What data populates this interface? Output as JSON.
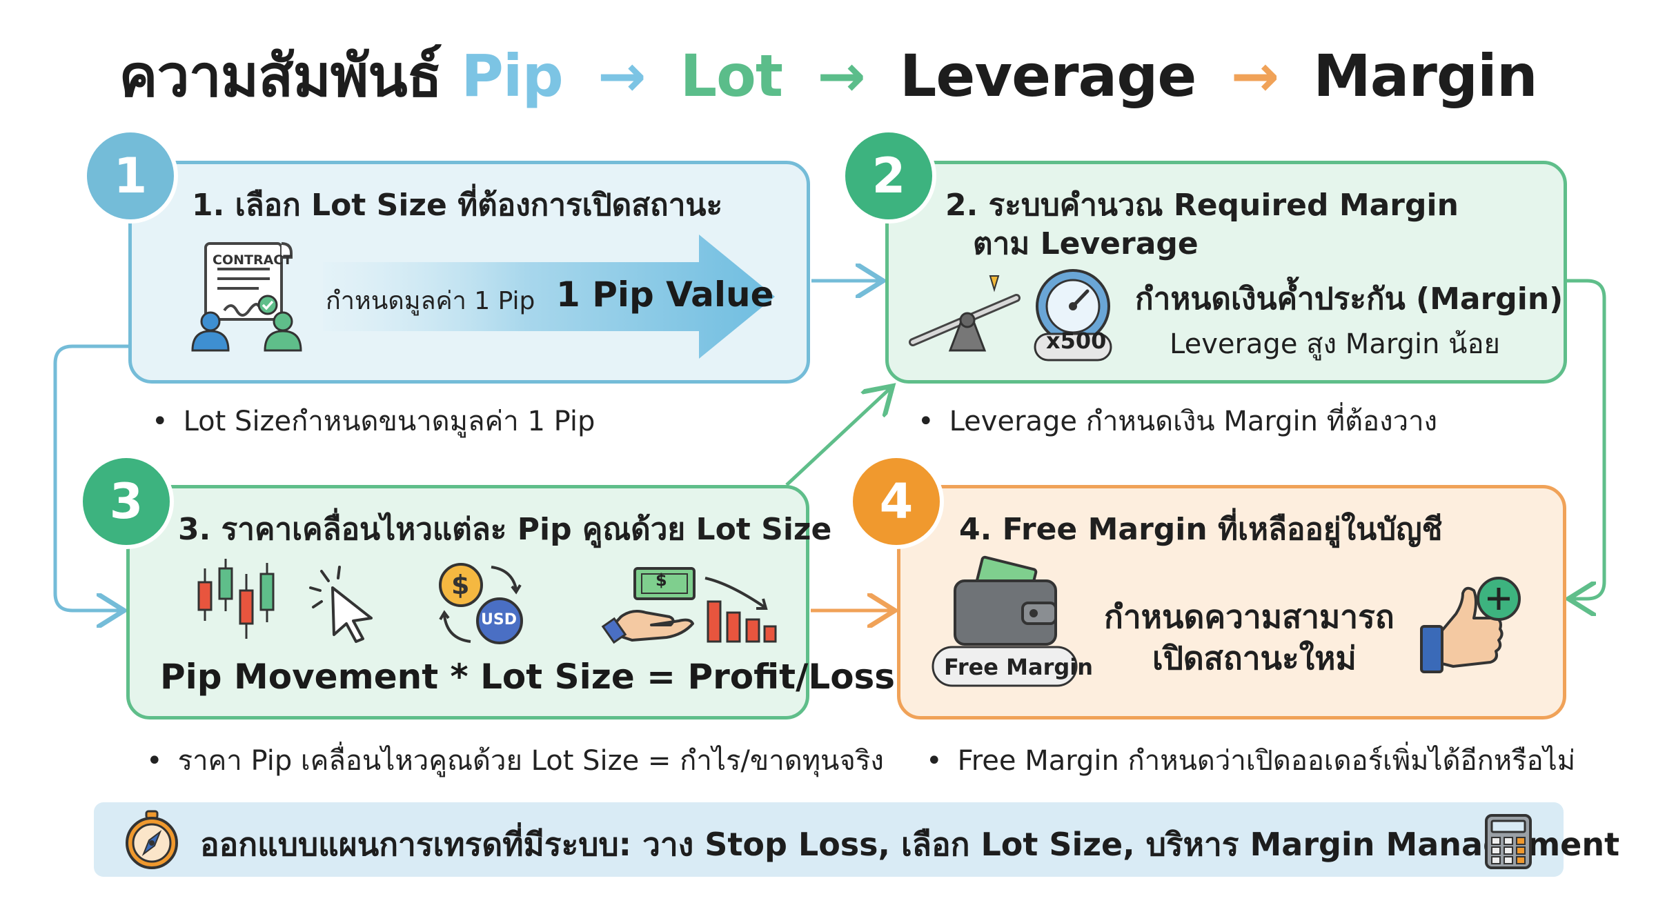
{
  "title": {
    "prefix": "ความสัมพันธ์",
    "words": [
      "Pip",
      "Lot",
      "Leverage",
      "Margin"
    ],
    "arrow": "→",
    "colors": [
      "#7cc4e4",
      "#5bbd8a",
      "#1d1d1d",
      "#1d1d1d"
    ],
    "arrow_colors": [
      "#7cc4e4",
      "#5bbd8a",
      "#f0a258"
    ]
  },
  "steps": [
    {
      "number": "1",
      "color": "#74bcd8",
      "title": "1. เลือก Lot Size ที่ต้องการเปิดสถานะ",
      "contract_label": "CONTRACT",
      "arrow_text_small": "กำหนดมูลค่า 1 Pip",
      "arrow_text_big": "1 Pip Value",
      "bullet": "Lot Sizeกำหนดขนาดมูลค่า 1 Pip"
    },
    {
      "number": "2",
      "color": "#5fbe8a",
      "title_line1": "2. ระบบคำนวณ Required Margin",
      "title_line2": "ตาม Leverage",
      "gauge_label": "x500",
      "text_line1": "กำหนดเงินค้ำประกัน (Margin)",
      "text_line2": "Leverage สูง Margin น้อย",
      "bullet": "Leverage กำหนดเงิน Margin ที่ต้องวาง"
    },
    {
      "number": "3",
      "color": "#3db37f",
      "title": "3. ราคาเคลื่อนไหวแต่ละ Pip คูณด้วย Lot Size",
      "coin_symbol": "$",
      "coin_label": "USD",
      "bill_symbol": "$",
      "formula": "Pip Movement * Lot Size = Profit/Loss",
      "bullet": "ราคา Pip เคลื่อนไหวคูณด้วย Lot Size = กำไร/ขาดทุนจริง"
    },
    {
      "number": "4",
      "color": "#f0992e",
      "title": "4. Free Margin ที่เหลืออยู่ในบัญชี",
      "wallet_label": "Free Margin",
      "text_line1": "กำหนดความสามารถ",
      "text_line2": "เปิดสถานะใหม่",
      "bullet": "Free Margin กำหนดว่าเปิดออเดอร์เพิ่มได้อีกหรือไม่"
    }
  ],
  "footer": {
    "text": "ออกแบบแผนการเทรดที่มีระบบ: วาง Stop Loss, เลือก Lot Size, บริหาร Margin Management",
    "left_icon": "compass-icon",
    "right_icon": "calculator-icon"
  }
}
